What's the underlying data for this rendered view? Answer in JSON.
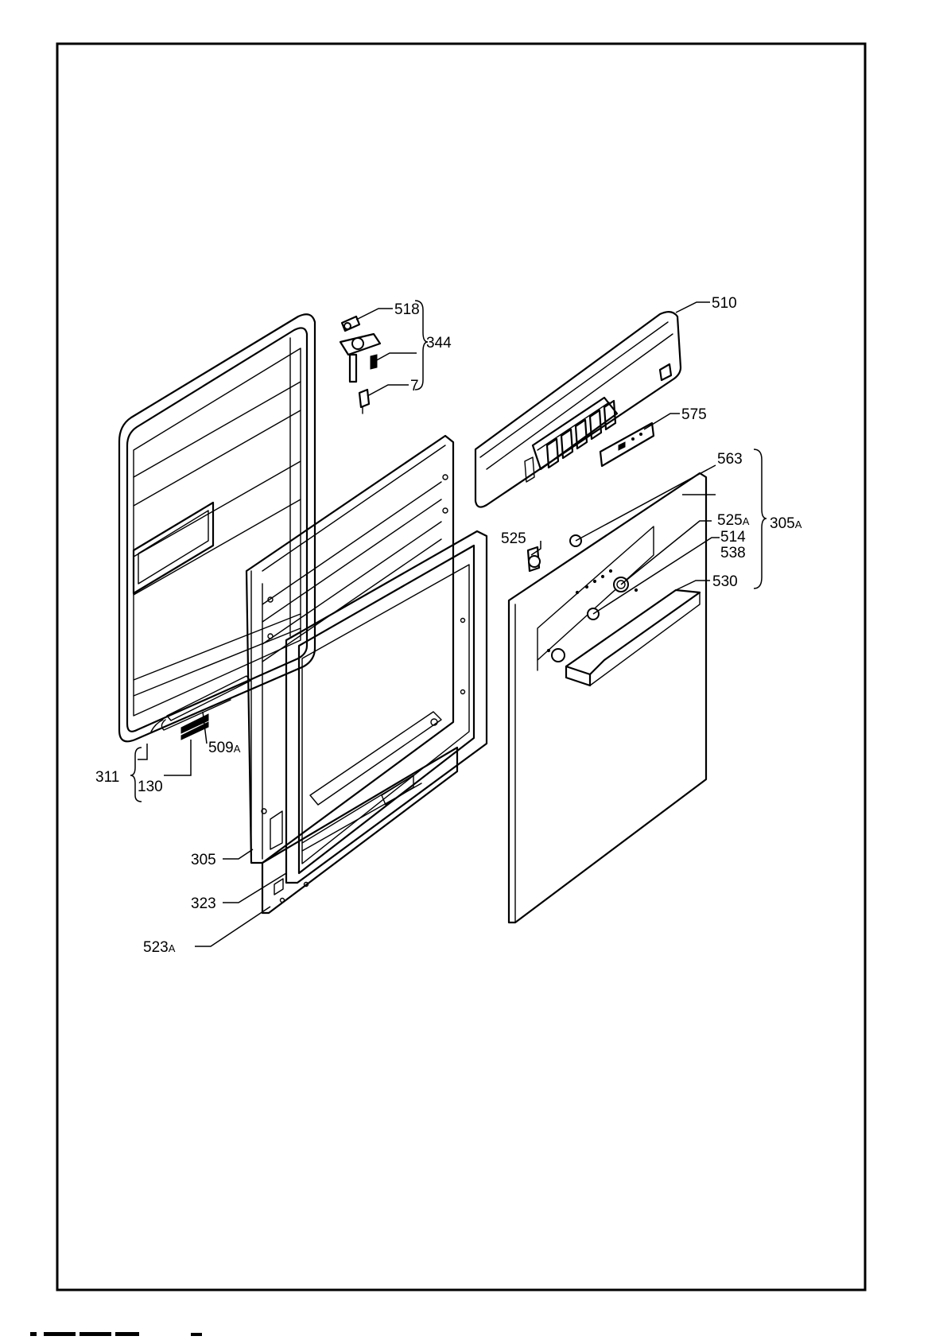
{
  "labels": {
    "p518": "518",
    "p344": "344",
    "p7": "7",
    "p510": "510",
    "p575": "575",
    "p563": "563",
    "p525a": "525",
    "p525a_suffix": "A",
    "p305a": "305",
    "p305a_suffix": "A",
    "p525": "525",
    "p514": "514",
    "p538": "538",
    "p530": "530",
    "p509a": "509",
    "p509a_suffix": "A",
    "p311": "311",
    "p130": "130",
    "p305": "305",
    "p323": "323",
    "p523a": "523",
    "p523a_suffix": "A"
  }
}
